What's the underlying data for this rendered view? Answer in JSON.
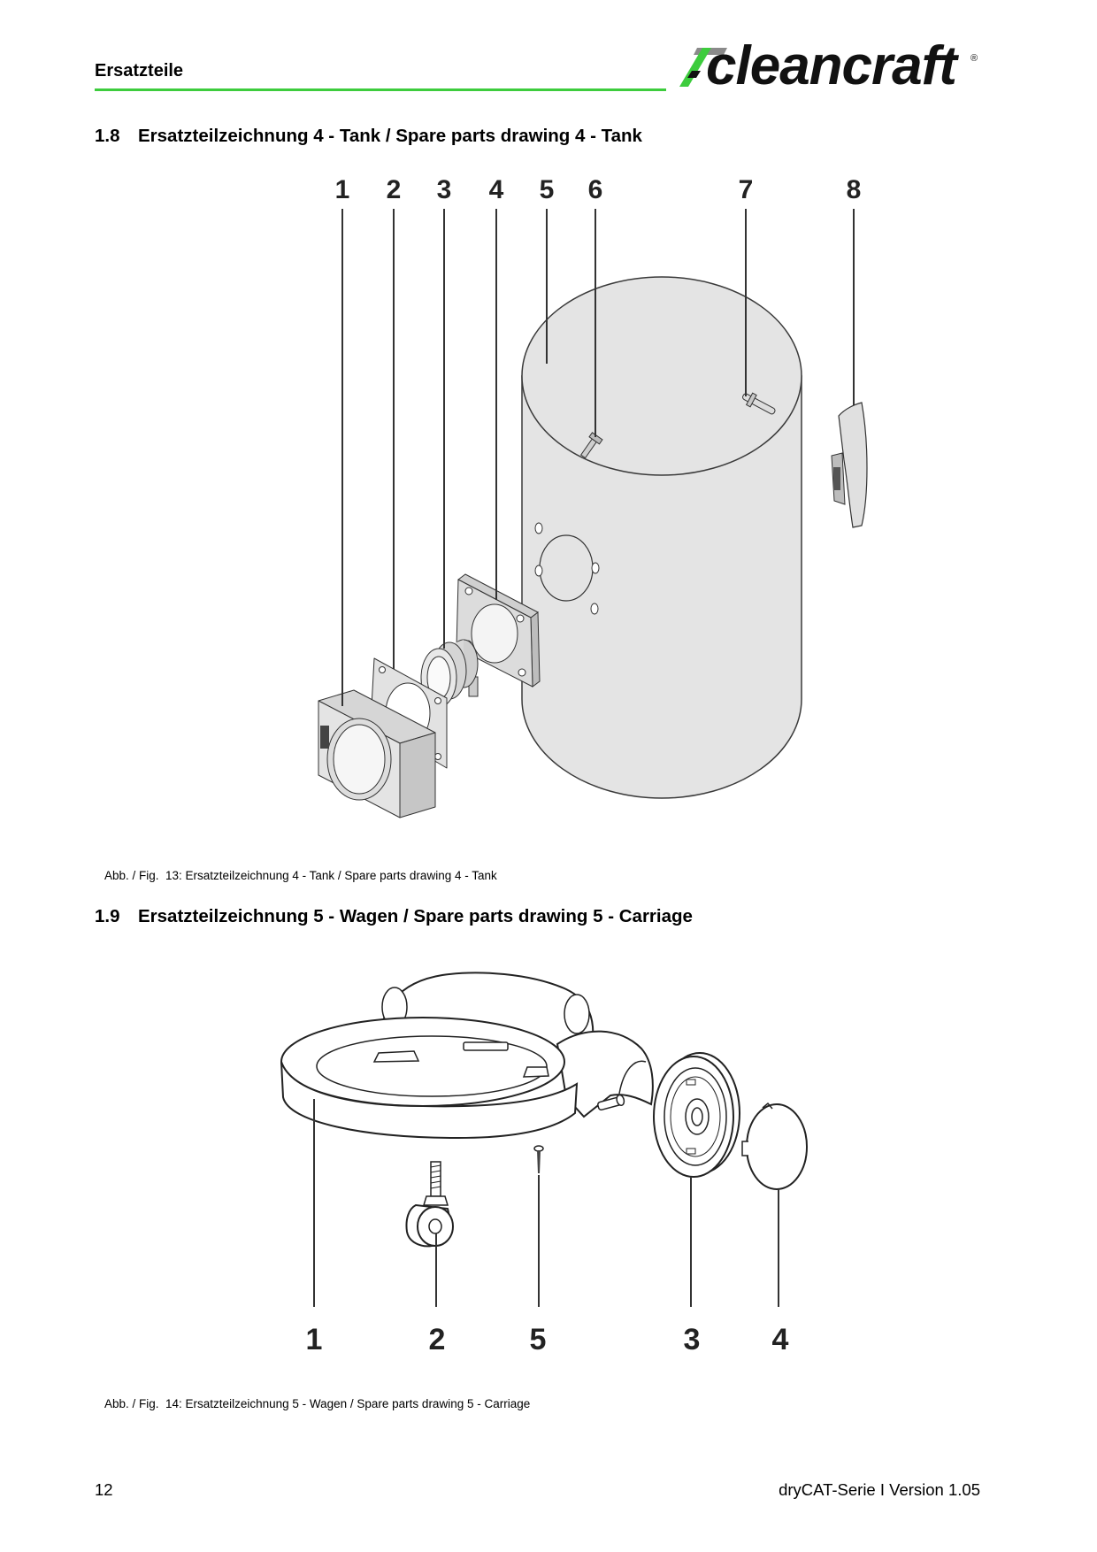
{
  "header": {
    "title": "Ersatzteile"
  },
  "logo": {
    "text": "cleancraft",
    "registered": "®"
  },
  "colors": {
    "accent": "#3dcc3d",
    "text": "#000000",
    "part_fill": "#e4e4e4"
  },
  "sections": [
    {
      "number": "1.8",
      "title": "Ersatzteilzeichnung 4 - Tank / Spare parts drawing 4 - Tank",
      "figure": {
        "labels": [
          "1",
          "2",
          "3",
          "4",
          "5",
          "6",
          "7",
          "8"
        ],
        "caption": "Abb. / Fig.  13: Ersatzteilzeichnung 4 - Tank / Spare parts drawing 4 - Tank"
      }
    },
    {
      "number": "1.9",
      "title": "Ersatzteilzeichnung 5 - Wagen / Spare parts drawing 5 - Carriage",
      "figure": {
        "labels": [
          "1",
          "2",
          "5",
          "3",
          "4"
        ],
        "caption": "Abb. / Fig.  14: Ersatzteilzeichnung 5 - Wagen / Spare parts drawing 5 - Carriage"
      }
    }
  ],
  "footer": {
    "page_number": "12",
    "document": "dryCAT-Serie I Version 1.05"
  }
}
